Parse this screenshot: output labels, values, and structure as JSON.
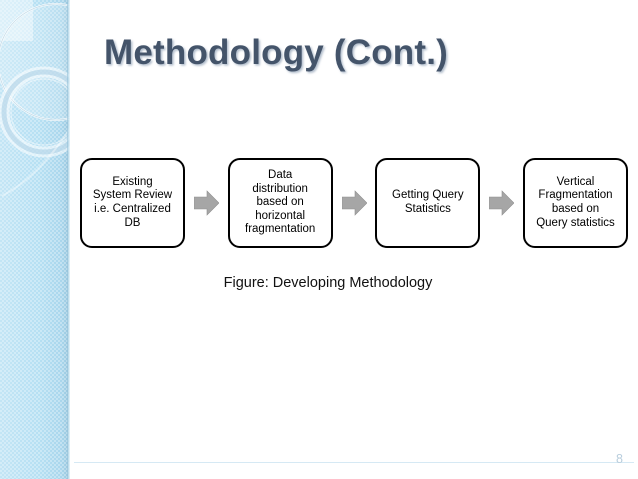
{
  "slide": {
    "title": "Methodology (Cont.)",
    "caption": "Figure: Developing Methodology",
    "page_number": "8",
    "title_color": "#44546a",
    "sidebar_color": "#b6e0f3",
    "arrow_color": "#a6a6a6",
    "box_border_color": "#000000"
  },
  "flow": {
    "boxes": [
      {
        "label": "Existing\nSystem Review\ni.e. Centralized\nDB"
      },
      {
        "label": "Data\ndistribution\nbased on\nhorizontal\nfragmentation"
      },
      {
        "label": "Getting Query\nStatistics"
      },
      {
        "label": "Vertical\nFragmentation\nbased on\nQuery statistics"
      }
    ],
    "arrows": [
      {
        "name": "arrow-1"
      },
      {
        "name": "arrow-2"
      },
      {
        "name": "arrow-3"
      }
    ]
  }
}
